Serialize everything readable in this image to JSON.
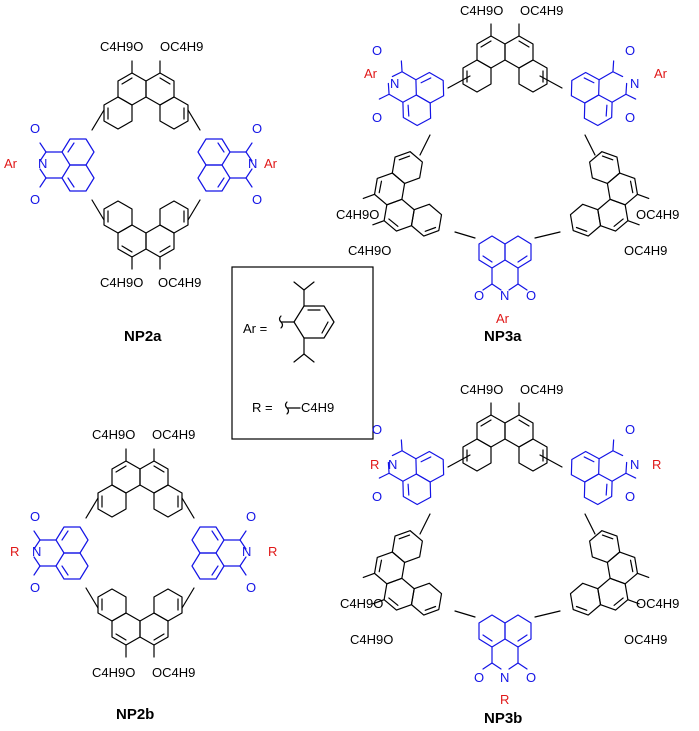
{
  "molecules": {
    "np2a": {
      "name": "NP2a",
      "substituent": "Ar",
      "alkoxy": "C4H9O",
      "alkoxy_right": "OC4H9"
    },
    "np3a": {
      "name": "NP3a",
      "substituent": "Ar",
      "alkoxy": "C4H9O",
      "alkoxy_right": "OC4H9"
    },
    "np2b": {
      "name": "NP2b",
      "substituent": "R",
      "alkoxy": "C4H9O",
      "alkoxy_right": "OC4H9"
    },
    "np3b": {
      "name": "NP3b",
      "substituent": "R",
      "alkoxy": "C4H9O",
      "alkoxy_right": "OC4H9"
    }
  },
  "legend": {
    "ar_label": "Ar =",
    "r_label": "R =",
    "r_group": "C4H9"
  },
  "atoms": {
    "oxygen": "O",
    "nitrogen": "N"
  },
  "colors": {
    "core": "#000000",
    "imide": "#1414e6",
    "substituent": "#e01818"
  }
}
